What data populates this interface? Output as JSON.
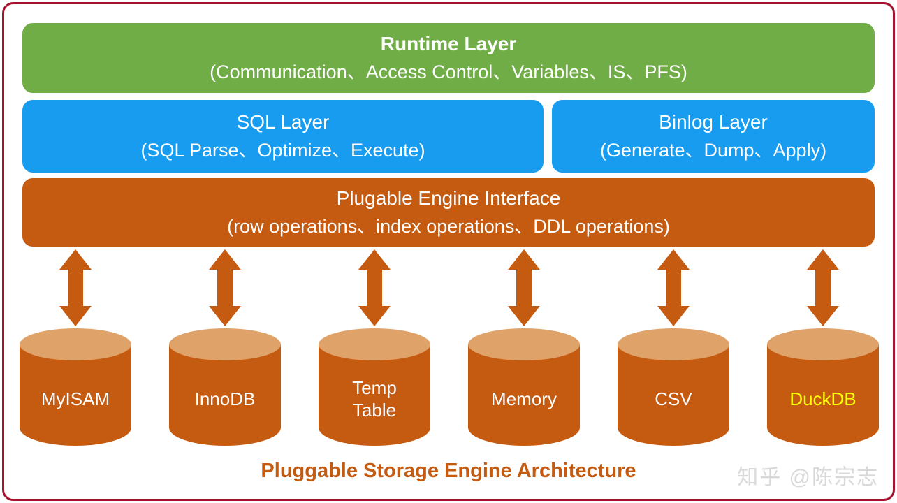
{
  "colors": {
    "frame-red": "#A3132E",
    "runtime-green": "#70AD47",
    "layer-blue": "#189CF0",
    "engine-orange": "#C55A11",
    "arrow-orange": "#C55A11",
    "cylinder-top": "#DFA269",
    "caption-orange": "#C55A11",
    "watermark-gray": "#D9D9D9",
    "duckdb-yellow": "#FFFF00"
  },
  "runtime_layer": {
    "title": "Runtime Layer",
    "subtitle": "(Communication、Access Control、Variables、IS、PFS)"
  },
  "sql_layer": {
    "title": "SQL Layer",
    "subtitle": "(SQL Parse、Optimize、Execute)"
  },
  "binlog_layer": {
    "title": "Binlog Layer",
    "subtitle": "(Generate、Dump、Apply)"
  },
  "engine_interface": {
    "title": "Plugable Engine Interface",
    "subtitle": "(row operations、index operations、DDL operations)"
  },
  "engines": [
    {
      "label": "MyISAM",
      "label_color": "#FFFFFF"
    },
    {
      "label": "InnoDB",
      "label_color": "#FFFFFF"
    },
    {
      "label": "Temp Table",
      "label_color": "#FFFFFF"
    },
    {
      "label": "Memory",
      "label_color": "#FFFFFF"
    },
    {
      "label": "CSV",
      "label_color": "#FFFFFF"
    },
    {
      "label": "DuckDB",
      "label_color": "#FFFF00"
    }
  ],
  "caption": "Pluggable Storage Engine Architecture",
  "watermark": "知乎 @陈宗志"
}
